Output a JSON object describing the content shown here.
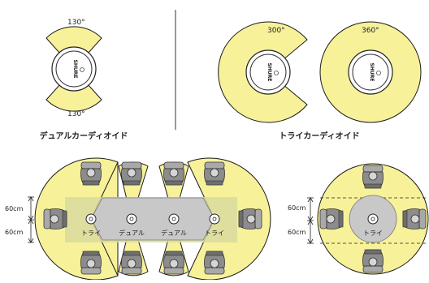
{
  "top_left": {
    "angle_top": "130°",
    "angle_bottom": "130°",
    "caption": "デュアルカーディオイド",
    "mic_brand": "SHURE"
  },
  "top_right": {
    "mic1_angle": "300°",
    "mic2_angle": "360°",
    "caption": "トライカーディオイド",
    "mic_brand": "SHURE"
  },
  "bottom_left": {
    "dim_top": "60cm",
    "dim_bottom": "60cm",
    "mic_labels": [
      "トライ",
      "デュアル",
      "デュアル",
      "トライ"
    ]
  },
  "bottom_right": {
    "dim_top": "60cm",
    "dim_bottom": "60cm",
    "mic_label": "トライ"
  },
  "colors": {
    "pickup_fill": "#f7f19a",
    "table_fill": "#c8c8c8",
    "zone_fill": "#d9dca0"
  }
}
